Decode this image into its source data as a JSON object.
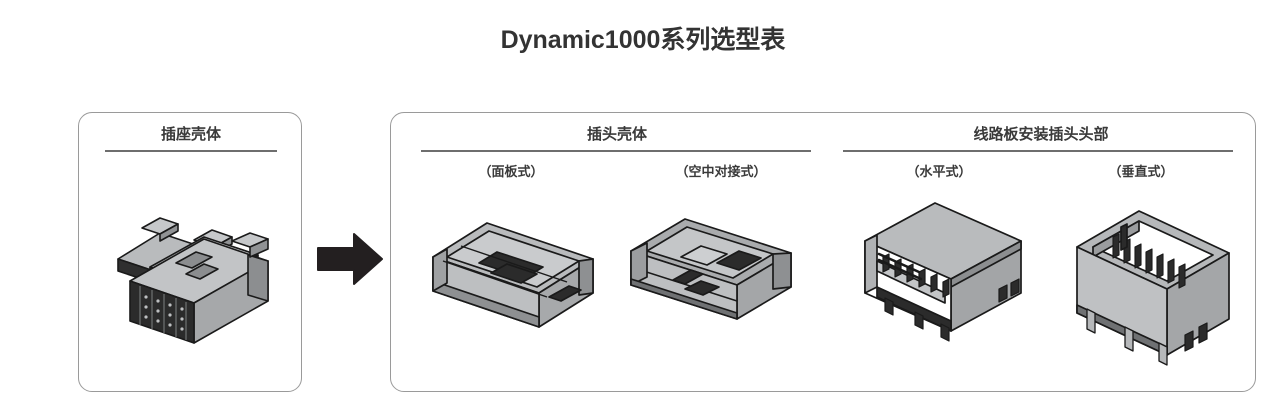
{
  "page": {
    "title": "Dynamic1000系列选型表",
    "title_color": "#333333",
    "background": "#ffffff",
    "card_border_color": "#9a9a9a",
    "rule_color": "#6e6e6e"
  },
  "flow": {
    "arrow_icon": "arrow-right-icon",
    "arrow_color": "#231f20"
  },
  "sections": [
    {
      "id": "socket",
      "title": "插座壳体",
      "items": [
        {
          "label": "",
          "icon": "connector-socket-housing-icon"
        }
      ]
    },
    {
      "id": "plug-housing",
      "title": "插头壳体",
      "items": [
        {
          "label": "（面板式）",
          "icon": "connector-plug-housing-panel-icon"
        },
        {
          "label": "（空中对接式）",
          "icon": "connector-plug-housing-inline-icon"
        }
      ]
    },
    {
      "id": "pcb-header",
      "title": "线路板安装插头头部",
      "items": [
        {
          "label": "（水平式）",
          "icon": "pcb-header-horizontal-icon"
        },
        {
          "label": "（垂直式）",
          "icon": "pcb-header-vertical-icon"
        }
      ]
    }
  ],
  "palette": {
    "body_gray": "#b6b8ba",
    "body_gray_light": "#c9cbcd",
    "body_gray_dark": "#8e9092",
    "outline": "#1a1a1a",
    "dark_fill": "#2b2b2b"
  }
}
